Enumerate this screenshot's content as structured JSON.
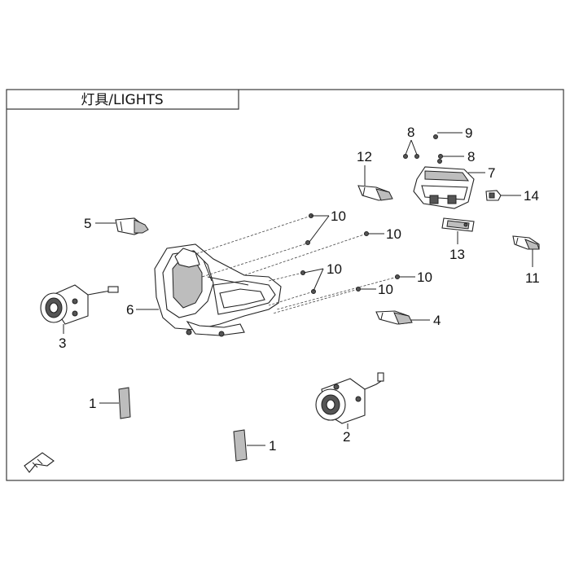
{
  "header": {
    "title": "灯具/LIGHTS"
  },
  "callouts": {
    "c1a": "1",
    "c1b": "1",
    "c2": "2",
    "c3": "3",
    "c4": "4",
    "c5": "5",
    "c6": "6",
    "c7": "7",
    "c8a": "8",
    "c8b": "8",
    "c9": "9",
    "c10a": "10",
    "c10b": "10",
    "c10c": "10",
    "c10d": "10",
    "c10e": "10",
    "c11": "11",
    "c12": "12",
    "c13": "13",
    "c14": "14"
  },
  "icons": {
    "front_direction": "front-direction-arrow-icon"
  }
}
